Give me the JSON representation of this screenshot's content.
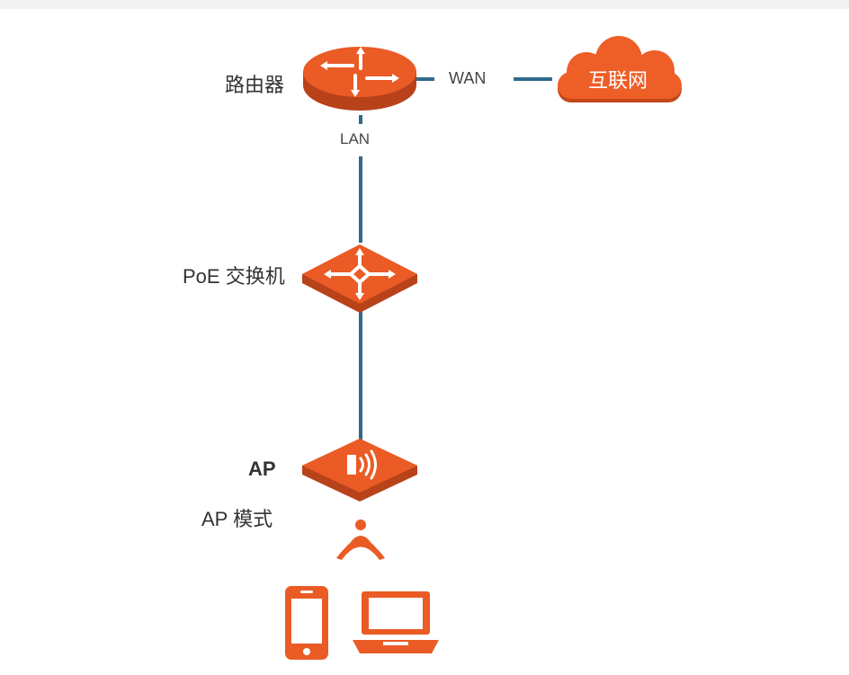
{
  "nodes": {
    "router": {
      "label": "路由器"
    },
    "internet": {
      "label": "互联网"
    },
    "switch": {
      "label": "PoE 交换机"
    },
    "ap": {
      "label": "AP",
      "mode": "AP 模式"
    }
  },
  "links": {
    "wan": "WAN",
    "lan": "LAN"
  },
  "colors": {
    "accent": "#e95a24",
    "accent_dark": "#c2461a",
    "line": "#2e6b8c"
  }
}
